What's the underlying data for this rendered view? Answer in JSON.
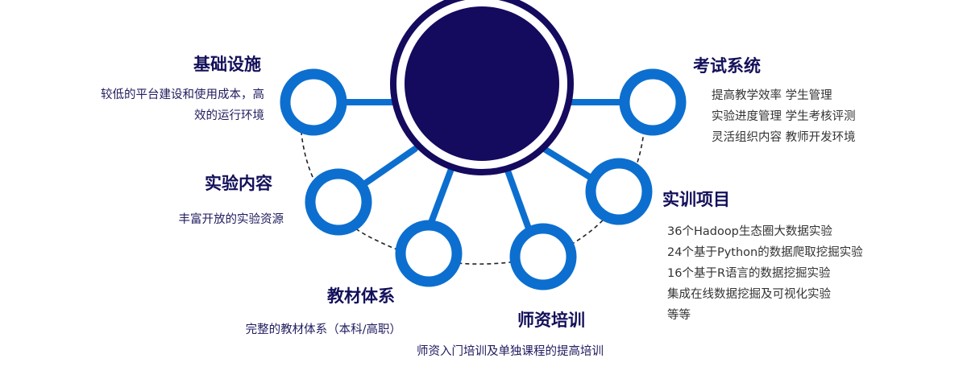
{
  "colors": {
    "hub": "#140a5e",
    "hub_ring": "#140a5e",
    "node": "#0c6fcf",
    "spoke": "#0c6fcf",
    "arc": "#222222",
    "title": "#13105a"
  },
  "hub": {
    "label": ""
  },
  "sections": {
    "jichu": {
      "title": "基础设施",
      "lines": [
        "较低的平台建设和使用成本，高",
        "效的运行环境"
      ]
    },
    "kaoshi": {
      "title": "考试系统",
      "lines": [
        "提高教学效率 学生管理",
        "实验进度管理 学生考核评测",
        "灵活组织内容 教师开发环境"
      ]
    },
    "shiyan": {
      "title": "实验内容",
      "lines": [
        "丰富开放的实验资源"
      ]
    },
    "shixun": {
      "title": "实训项目",
      "lines": [
        "36个Hadoop生态圈大数据实验",
        "24个基于Python的数据爬取挖掘实验",
        "16个基于R语言的数据挖掘实验",
        "集成在线数据挖掘及可视化实验",
        "等等"
      ]
    },
    "jiaocai": {
      "title": "教材体系",
      "lines": [
        "完整的教材体系（本科/高职）"
      ]
    },
    "shizi": {
      "title": "师资培训",
      "lines": [
        "师资入门培训及单独课程的提高培训"
      ]
    }
  }
}
